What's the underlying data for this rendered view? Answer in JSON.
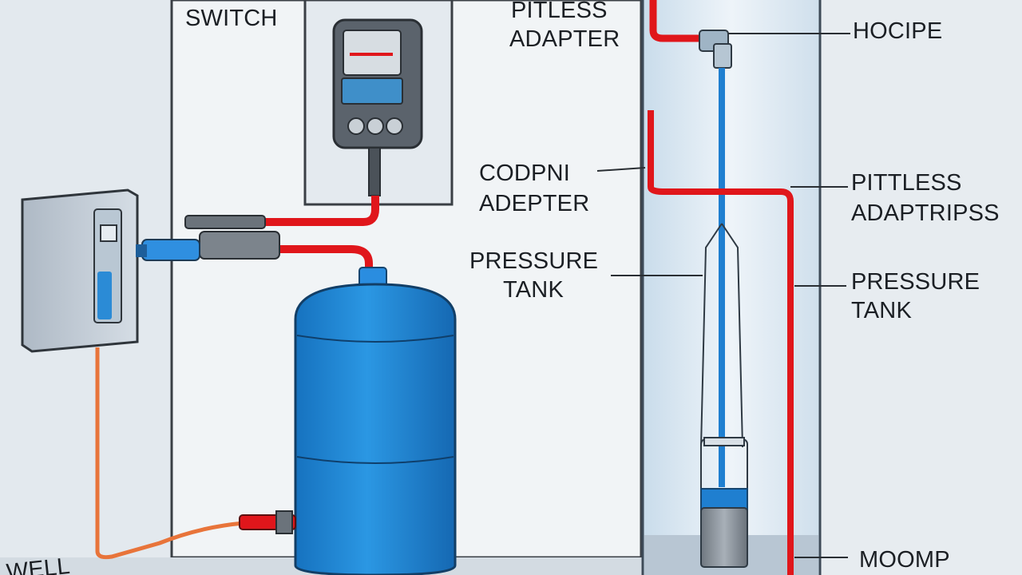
{
  "labels": {
    "switch": "SWITCH",
    "pitless_adapter_top_1": "PITLESS",
    "pitless_adapter_top_2": "ADAPTER",
    "hocipe": "HOCIPE",
    "codpni_1": "CODPNI",
    "codpni_2": "ADEPTER",
    "pitless_right_1": "PITTLESS",
    "pitless_right_2": "ADAPTRIPSS",
    "pressure_tank_mid_1": "PRESSURE",
    "pressure_tank_mid_2": "TANK",
    "pressure_tank_right_1": "PRESSURE",
    "pressure_tank_right_2": "TANK",
    "moomp": "MOOMP",
    "well_partial": "WELL"
  },
  "colors": {
    "hot_pipe": "#e0161b",
    "water_pipe": "#1f7fd0",
    "tank": "#1d86d4",
    "wire": "#e8743a",
    "panel": "#c9d3de"
  }
}
